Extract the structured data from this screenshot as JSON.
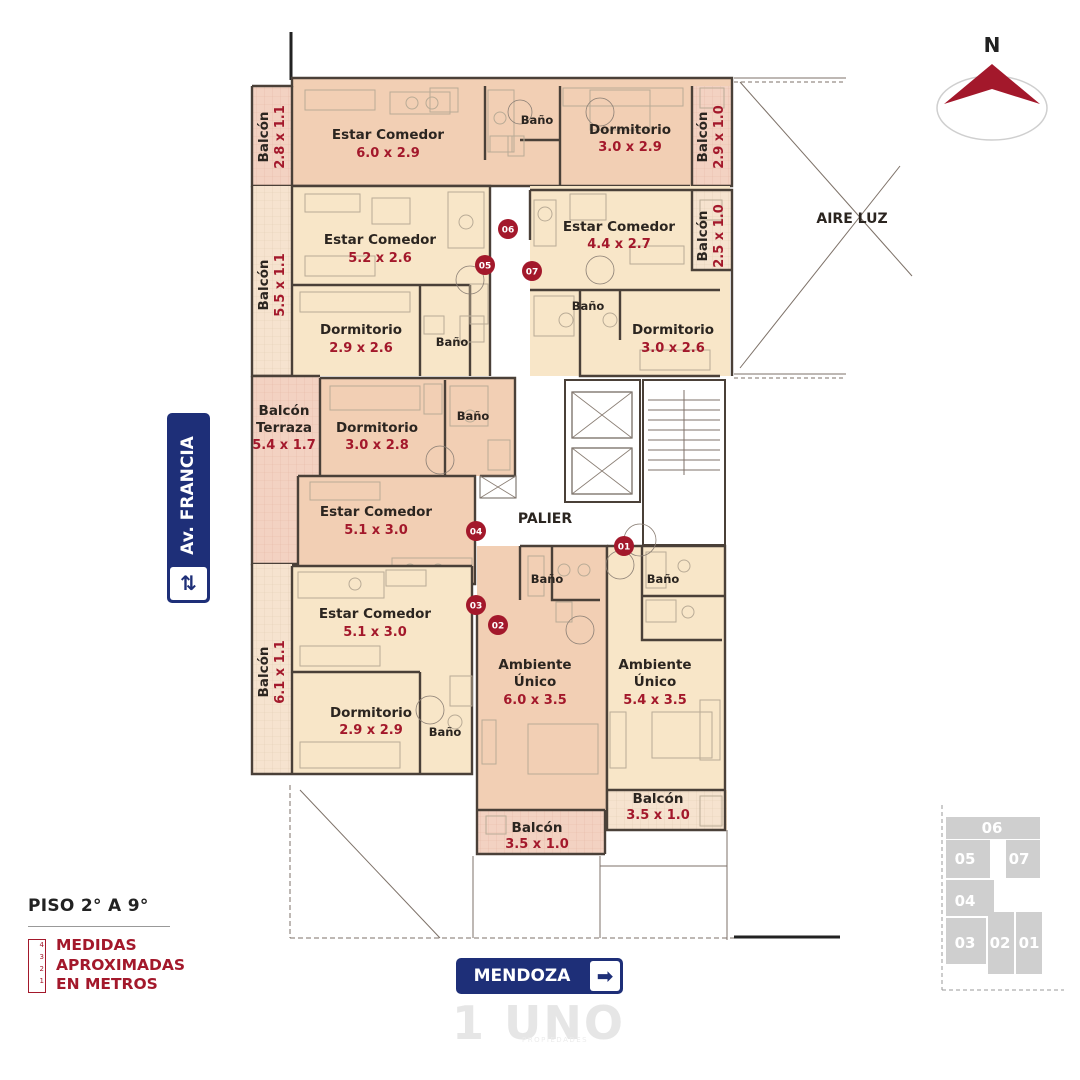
{
  "north": {
    "label": "N"
  },
  "aire_luz": "AIRE LUZ",
  "palier": "PALIER",
  "floor_label": "PISO 2° A 9°",
  "measures_note": [
    "MEDIDAS",
    "APROXIMADAS",
    "EN METROS"
  ],
  "ruler_marks": [
    "4",
    "3",
    "2",
    "1"
  ],
  "streets": {
    "francia": "Av. FRANCIA",
    "francia_arrows": "⇅",
    "mendoza": "MENDOZA",
    "mendoza_arrow": "➡"
  },
  "watermark": {
    "logo": "1 UNO",
    "sub": "PROPIEDADES"
  },
  "units": [
    {
      "id": "06",
      "rooms": [
        {
          "name": "Estar Comedor",
          "dim": "6.0 x 2.9"
        },
        {
          "name": "Dormitorio",
          "dim": "3.0 x 2.9"
        },
        {
          "name": "Balcón",
          "dim": "2.8 x 1.1"
        },
        {
          "name": "Balcón",
          "dim": "2.9 x 1.0"
        },
        {
          "name": "Baño"
        }
      ]
    },
    {
      "id": "05",
      "rooms": [
        {
          "name": "Estar Comedor",
          "dim": "5.2 x 2.6"
        },
        {
          "name": "Dormitorio",
          "dim": "2.9 x 2.6"
        },
        {
          "name": "Balcón",
          "dim": "5.5 x 1.1"
        },
        {
          "name": "Baño"
        }
      ]
    },
    {
      "id": "07",
      "rooms": [
        {
          "name": "Estar Comedor",
          "dim": "4.4 x 2.7"
        },
        {
          "name": "Dormitorio",
          "dim": "3.0 x 2.6"
        },
        {
          "name": "Balcón",
          "dim": "2.5 x 1.0"
        },
        {
          "name": "Baño"
        }
      ]
    },
    {
      "id": "04",
      "rooms": [
        {
          "name": "Dormitorio",
          "dim": "3.0 x 2.8"
        },
        {
          "name": "Estar Comedor",
          "dim": "5.1 x 3.0"
        },
        {
          "name": "Balcón Terraza",
          "name_lines": [
            "Balcón",
            "Terraza"
          ],
          "dim": "5.4 x 1.7"
        },
        {
          "name": "Baño"
        }
      ]
    },
    {
      "id": "03",
      "rooms": [
        {
          "name": "Estar Comedor",
          "dim": "5.1 x 3.0"
        },
        {
          "name": "Dormitorio",
          "dim": "2.9 x 2.9"
        },
        {
          "name": "Balcón",
          "dim": "6.1 x 1.1"
        },
        {
          "name": "Baño"
        }
      ]
    },
    {
      "id": "02",
      "rooms": [
        {
          "name": "Ambiente Único",
          "name_lines": [
            "Ambiente",
            "Único"
          ],
          "dim": "6.0 x 3.5"
        },
        {
          "name": "Balcón",
          "dim": "3.5 x 1.0"
        },
        {
          "name": "Baño"
        }
      ]
    },
    {
      "id": "01",
      "rooms": [
        {
          "name": "Ambiente Único",
          "name_lines": [
            "Ambiente",
            "Único"
          ],
          "dim": "5.4 x 3.5"
        },
        {
          "name": "Balcón",
          "dim": "3.5 x 1.0"
        },
        {
          "name": "Baño"
        }
      ]
    }
  ],
  "key_plan_labels": [
    "06",
    "05",
    "07",
    "04",
    "03",
    "02",
    "01"
  ],
  "colors": {
    "unit_orange": "#f2cfb4",
    "unit_cream": "#f8e6c8",
    "unit_mid": "#f4dcc0",
    "balcony_pink": "#f3d2c2",
    "accent_red": "#a3182b",
    "street_blue": "#1e2f78"
  }
}
